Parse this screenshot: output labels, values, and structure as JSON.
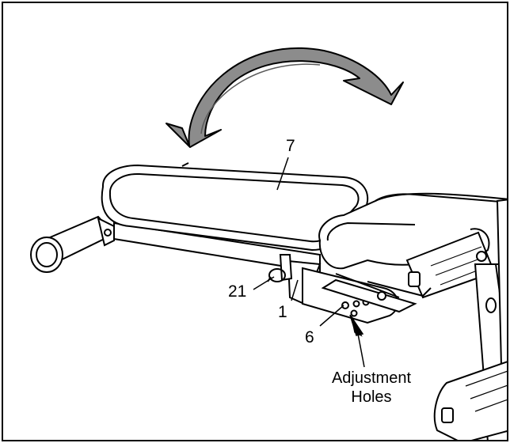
{
  "callouts": {
    "part_7": "7",
    "part_21": "21",
    "part_1": "1",
    "part_6": "6",
    "adjustment_line1": "Adjustment",
    "adjustment_line2": "Holes"
  },
  "colors": {
    "arrow_fill": "#8c8c8c",
    "line": "#000000",
    "background": "#ffffff"
  }
}
